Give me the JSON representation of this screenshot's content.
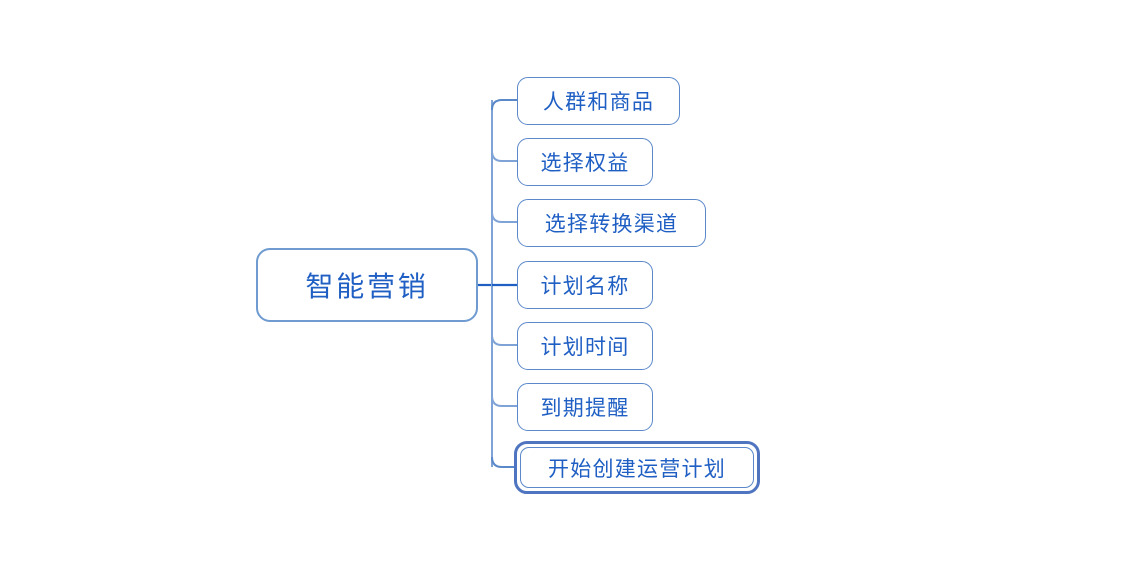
{
  "diagram": {
    "type": "mind-map",
    "orientation": "left-to-right",
    "colors": {
      "text": "#1f5fc4",
      "root_border": "#6f9bd1",
      "node_border": "#5a88c8",
      "highlight_border": "#4f74c0",
      "connector": "#7fa3d6",
      "connector_active": "#1f5fc4",
      "background": "#ffffff"
    },
    "root": {
      "label": "智能营销"
    },
    "children": [
      {
        "label": "人群和商品",
        "highlighted": false
      },
      {
        "label": "选择权益",
        "highlighted": false
      },
      {
        "label": "选择转换渠道",
        "highlighted": false
      },
      {
        "label": "计划名称",
        "highlighted": false
      },
      {
        "label": "计划时间",
        "highlighted": false
      },
      {
        "label": "到期提醒",
        "highlighted": false
      },
      {
        "label": "开始创建运营计划",
        "highlighted": true
      }
    ]
  }
}
